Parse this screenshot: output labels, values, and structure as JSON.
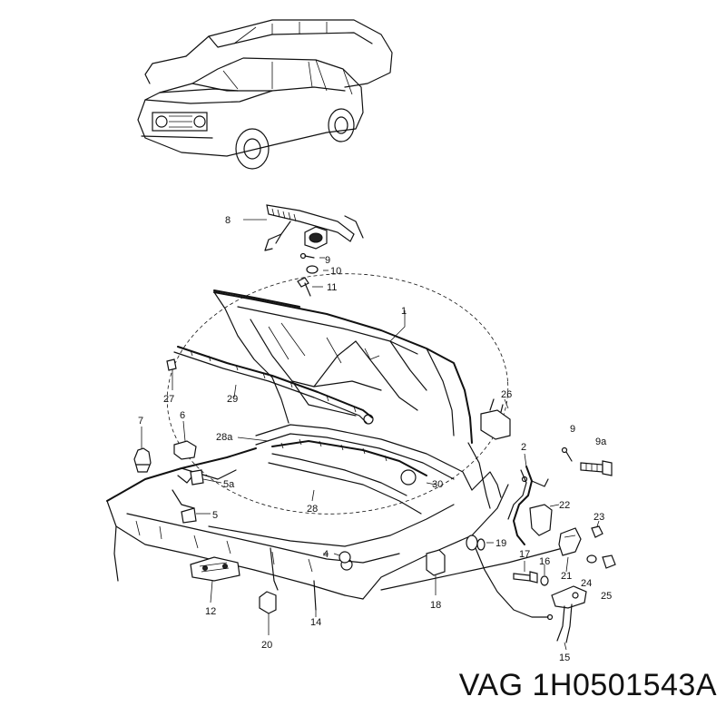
{
  "caption": "VAG 1H0501543A",
  "callouts": {
    "c1": "1",
    "c2": "2",
    "c4": "4",
    "c5": "5",
    "c5a": "5a",
    "c6": "6",
    "c7": "7",
    "c8": "8",
    "c9": "9",
    "c9a": "9a",
    "c10": "10",
    "c11": "11",
    "c12": "12",
    "c14": "14",
    "c15": "15",
    "c16": "16",
    "c17": "17",
    "c18": "18",
    "c19": "19",
    "c20": "20",
    "c21": "21",
    "c22": "22",
    "c23": "23",
    "c24": "24",
    "c25": "25",
    "c26": "26",
    "c27": "27",
    "c28": "28",
    "c28a": "28a",
    "c29": "29",
    "c30": "30",
    "c9b": "9"
  }
}
